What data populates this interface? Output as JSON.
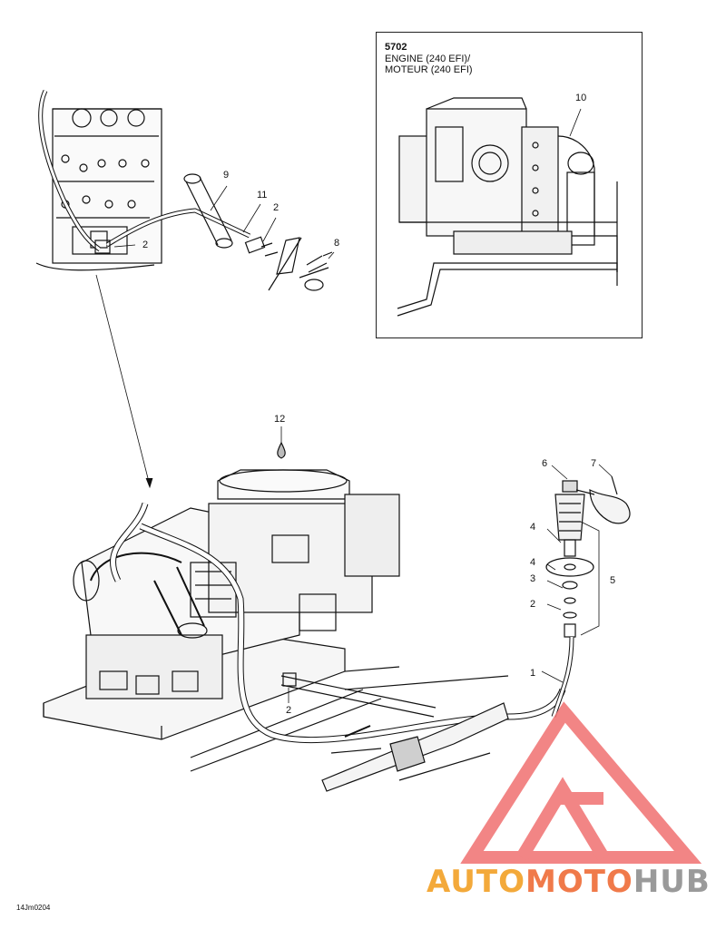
{
  "inset": {
    "code": "5702",
    "line1": "ENGINE (240 EFI)/",
    "line2": "MOTEUR (240 EFI)"
  },
  "callouts": {
    "c9": "9",
    "c11": "11",
    "c2a": "2",
    "c8": "8",
    "c2b": "2",
    "c10": "10",
    "c12": "12",
    "c6": "6",
    "c7": "7",
    "c4a": "4",
    "c4b": "4",
    "c3": "3",
    "c2c": "2",
    "c5": "5",
    "c1": "1",
    "c2d": "2"
  },
  "reference_code": "14Jm0204",
  "watermark": {
    "part1": "AUTO",
    "part2": "MOTO",
    "part3": "HUB",
    "color1": "#f3a93a",
    "color2": "#f07a4a",
    "color3": "#9a9a9a",
    "logo_color": "#f07070"
  }
}
